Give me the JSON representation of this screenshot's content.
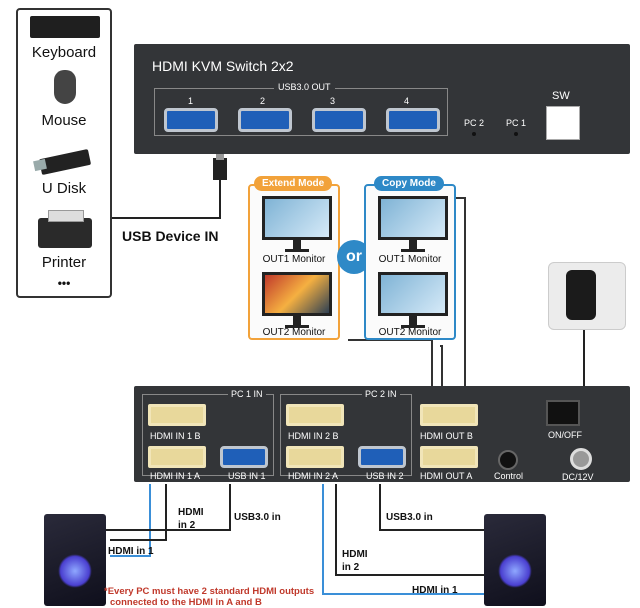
{
  "devices": {
    "keyboard": "Keyboard",
    "mouse": "Mouse",
    "udisk": "U Disk",
    "printer": "Printer",
    "more": "•••"
  },
  "usb_device_in": "USB Device IN",
  "kvm": {
    "title": "HDMI KVM Switch 2x2",
    "usb_out_label": "USB3.0 OUT",
    "ports": [
      "1",
      "2",
      "3",
      "4"
    ],
    "pc2": "PC 2",
    "pc1": "PC 1",
    "sw": "SW"
  },
  "modes": {
    "extend": "Extend Mode",
    "copy": "Copy Mode",
    "or": "or",
    "out1": "OUT1 Monitor",
    "out2": "OUT2 Monitor"
  },
  "rear": {
    "pc1_in": "PC 1 IN",
    "pc2_in": "PC 2 IN",
    "hdmi_in_1b": "HDMI IN 1 B",
    "hdmi_in_1a": "HDMI IN 1 A",
    "usb_in_1": "USB IN 1",
    "hdmi_in_2b": "HDMI IN 2 B",
    "hdmi_in_2a": "HDMI IN 2 A",
    "usb_in_2": "USB IN 2",
    "hdmi_out_b": "HDMI OUT B",
    "hdmi_out_a": "HDMI OUT A",
    "control": "Control",
    "on_off": "ON/OFF",
    "dc": "DC/12V"
  },
  "cables": {
    "hdmi_in_2_left": "HDMI\nin 2",
    "usb30_in_left": "USB3.0 in",
    "hdmi_in_1_left": "HDMI in 1",
    "usb30_in_right": "USB3.0 in",
    "hdmi_in_2_right": "HDMI\nin 2",
    "hdmi_in_1_right": "HDMI in 1"
  },
  "note": {
    "line1": "*Every PC must have 2 standard HDMI outputs",
    "line2": "connected to the HDMI in A and B"
  },
  "colors": {
    "panel": "#333538",
    "usb_blue": "#1f5fb8",
    "hdmi_gold": "#e8d89b",
    "extend_orange": "#f2a23a",
    "copy_blue": "#2e89c7",
    "cable_blue": "#3a8fd8",
    "note_red": "#c0392b"
  }
}
